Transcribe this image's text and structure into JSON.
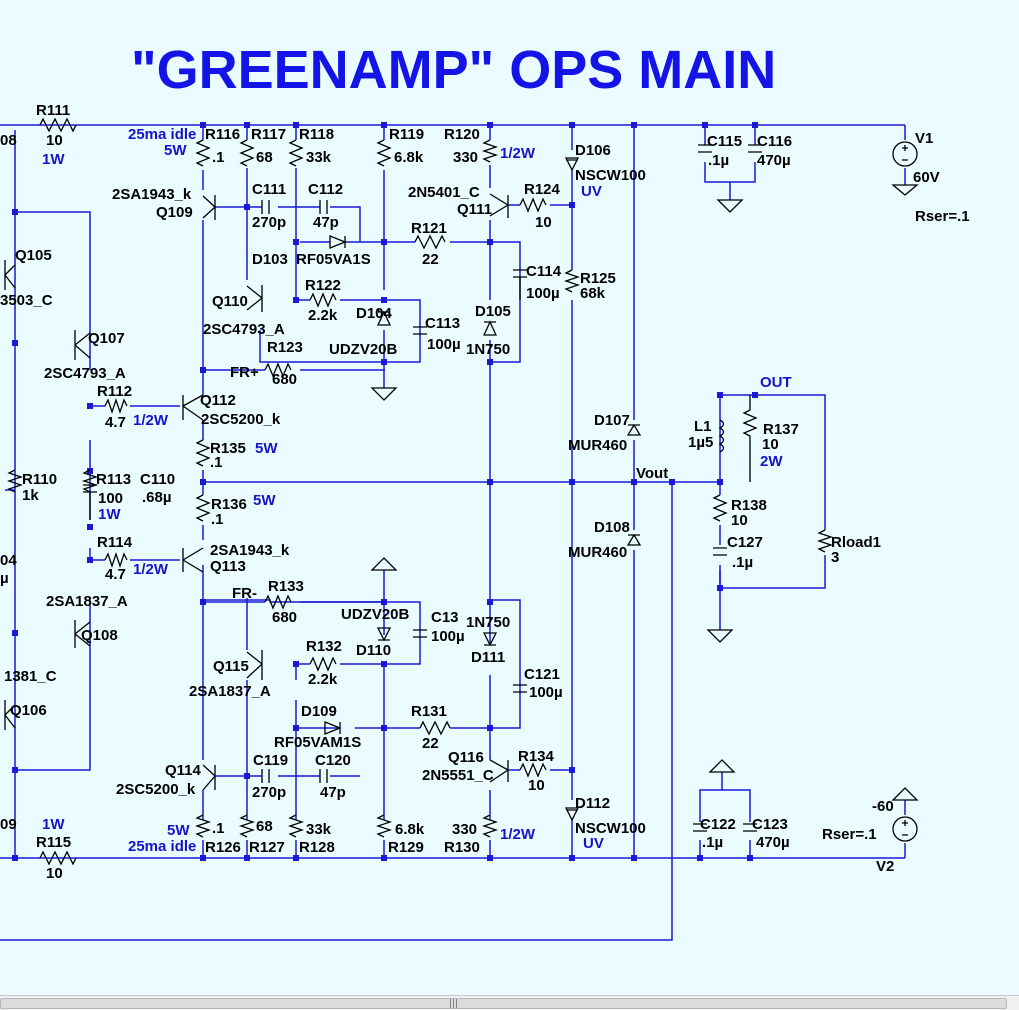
{
  "title": "\"GREENAMP\" OPS MAIN",
  "colors": {
    "wire": "#1a1ad6",
    "label": "#000000",
    "note": "#1414c8",
    "background": "#eafcff"
  },
  "labels": {
    "r111": "R111",
    "r111v": "10",
    "r111w": "1W",
    "idle1": "25ma idle",
    "w5a": "5W",
    "r116": "R116",
    "r116v": ".1",
    "r117": "R117",
    "r117v": "68",
    "r118": "R118",
    "r118v": "33k",
    "r119": "R119",
    "r119v": "6.8k",
    "r120": "R120",
    "r120v": "330",
    "r120w": "1/2W",
    "d106": "D106",
    "d106m": "NSCW100",
    "d106uv": "UV",
    "c115": "C115",
    "c115v": ".1µ",
    "c116": "C116",
    "c116v": "470µ",
    "v1": "V1",
    "v1v": "60V",
    "rser1": "Rser=.1",
    "q109m": "2SA1943_k",
    "q109": "Q109",
    "c111": "C111",
    "c111v": "270p",
    "c112": "C112",
    "c112v": "47p",
    "q111m": "2N5401_C",
    "q111": "Q111",
    "r124": "R124",
    "r124v": "10",
    "d103": "D103",
    "d103m": "RF05VA1S",
    "r121": "R121",
    "r121v": "22",
    "q105": "Q105",
    "q105m": "3503_C",
    "c114": "C114",
    "c114v": "100µ",
    "r125": "R125",
    "r125v": "68k",
    "q110": "Q110",
    "r122": "R122",
    "r122v": "2.2k",
    "d104": "D104",
    "c113": "C113",
    "c113v": "100µ",
    "d105": "D105",
    "d105m": "1N750",
    "q110m": "2SC4793_A",
    "r123": "R123",
    "r123v": "680",
    "udzv1": "UDZV20B",
    "q107": "Q107",
    "q107m": "2SC4793_A",
    "frp": "FR+",
    "r112": "R112",
    "r112v": "4.7",
    "r112w": "1/2W",
    "q112": "Q112",
    "q112m": "2SC5200_k",
    "out": "OUT",
    "d107": "D107",
    "d107m": "MUR460",
    "l1": "L1",
    "l1v": "1µ5",
    "r137": "R137",
    "r137v": "10",
    "r137w": "2W",
    "r135": "R135",
    "r135v": ".1",
    "r135w": "5W",
    "r110": "R110",
    "r110v": "1k",
    "r113": "R113",
    "r113v": "100",
    "r113w": "1W",
    "c110": "C110",
    "c110v": ".68µ",
    "vout": "Vout",
    "r136": "R136",
    "r136v": ".1",
    "r136w": "5W",
    "r138": "R138",
    "r138v": "10",
    "d108": "D108",
    "d108m": "MUR460",
    "r114": "R114",
    "r114v": "4.7",
    "r114w": "1/2W",
    "q113m": "2SA1943_k",
    "q113": "Q113",
    "c127": "C127",
    "c127v": ".1µ",
    "rload": "Rload1",
    "rloadv": "3",
    "frm": "FR-",
    "r133": "R133",
    "r133v": "680",
    "udzv2": "UDZV20B",
    "c13x": "C13",
    "c13xv": "100µ",
    "d111m": "1N750",
    "d111": "D111",
    "q108m": "2SA1837_A",
    "q108": "Q108",
    "d110": "D110",
    "q115": "Q115",
    "r132": "R132",
    "r132v": "2.2k",
    "q115m": "2SA1837_A",
    "q106m": "1381_C",
    "q106": "Q106",
    "c121": "C121",
    "c121v": "100µ",
    "d109": "D109",
    "r131": "R131",
    "r131v": "22",
    "d109m": "RF05VAM1S",
    "q116": "Q116",
    "r134": "R134",
    "r134v": "10",
    "q116m": "2N5551_C",
    "q114": "Q114",
    "c119": "C119",
    "c120": "C120",
    "q114m": "2SC5200_k",
    "c119v": "270p",
    "c120v": "47p",
    "d112": "D112",
    "d112m": "NSCW100",
    "d112uv": "UV",
    "v2v": "-60",
    "c122": "C122",
    "c122v": ".1µ",
    "c123": "C123",
    "c123v": "470µ",
    "rser2": "Rser=.1",
    "w1b": "1W",
    "r115": "R115",
    "r115v": "10",
    "w5b": "5W",
    "r126v": ".1",
    "r127v": "68",
    "r128v": "33k",
    "r129v": "6.8k",
    "r130v": "330",
    "r130w": "1/2W",
    "idle2": "25ma idle",
    "r126": "R126",
    "r127": "R127",
    "r128": "R128",
    "r129": "R129",
    "r130": "R130",
    "v2": "V2",
    "p08": "08",
    "p04": "04",
    "pmu": "µ",
    "p09": "09"
  },
  "scroll": {
    "grip": "|||"
  }
}
